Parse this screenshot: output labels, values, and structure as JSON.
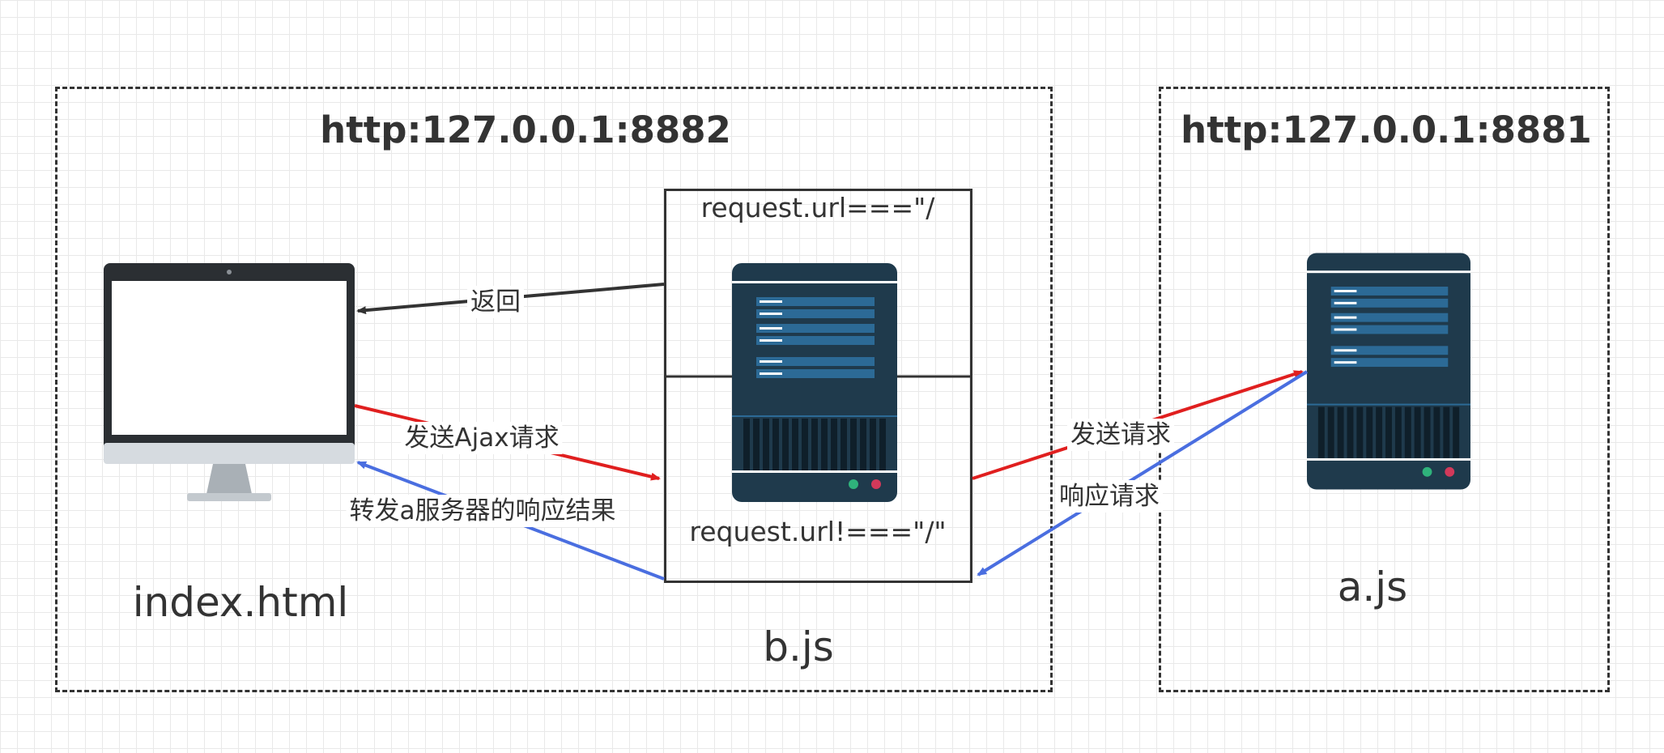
{
  "left_box": {
    "host": "http:127.0.0.1:8882",
    "caption": "b.js"
  },
  "right_box": {
    "host": "http:127.0.0.1:8881",
    "caption": "a.js"
  },
  "client": {
    "caption": "index.html",
    "icon": "monitor-icon"
  },
  "b_server": {
    "top_label": "request.url===\"/",
    "bottom_label": "request.url!===\"/\"",
    "icon": "server-icon"
  },
  "a_server": {
    "icon": "server-icon"
  },
  "edges": {
    "return": "返回",
    "send_ajax": "发送Ajax请求",
    "forward": "转发a服务器的响应结果",
    "send_request": "发送请求",
    "respond": "响应请求"
  },
  "colors": {
    "red_arrow": "#e01f1f",
    "blue_arrow": "#4a6ee0",
    "dark_arrow": "#333333",
    "server_body": "#1f3a4c",
    "server_bar": "#2c6a96"
  }
}
